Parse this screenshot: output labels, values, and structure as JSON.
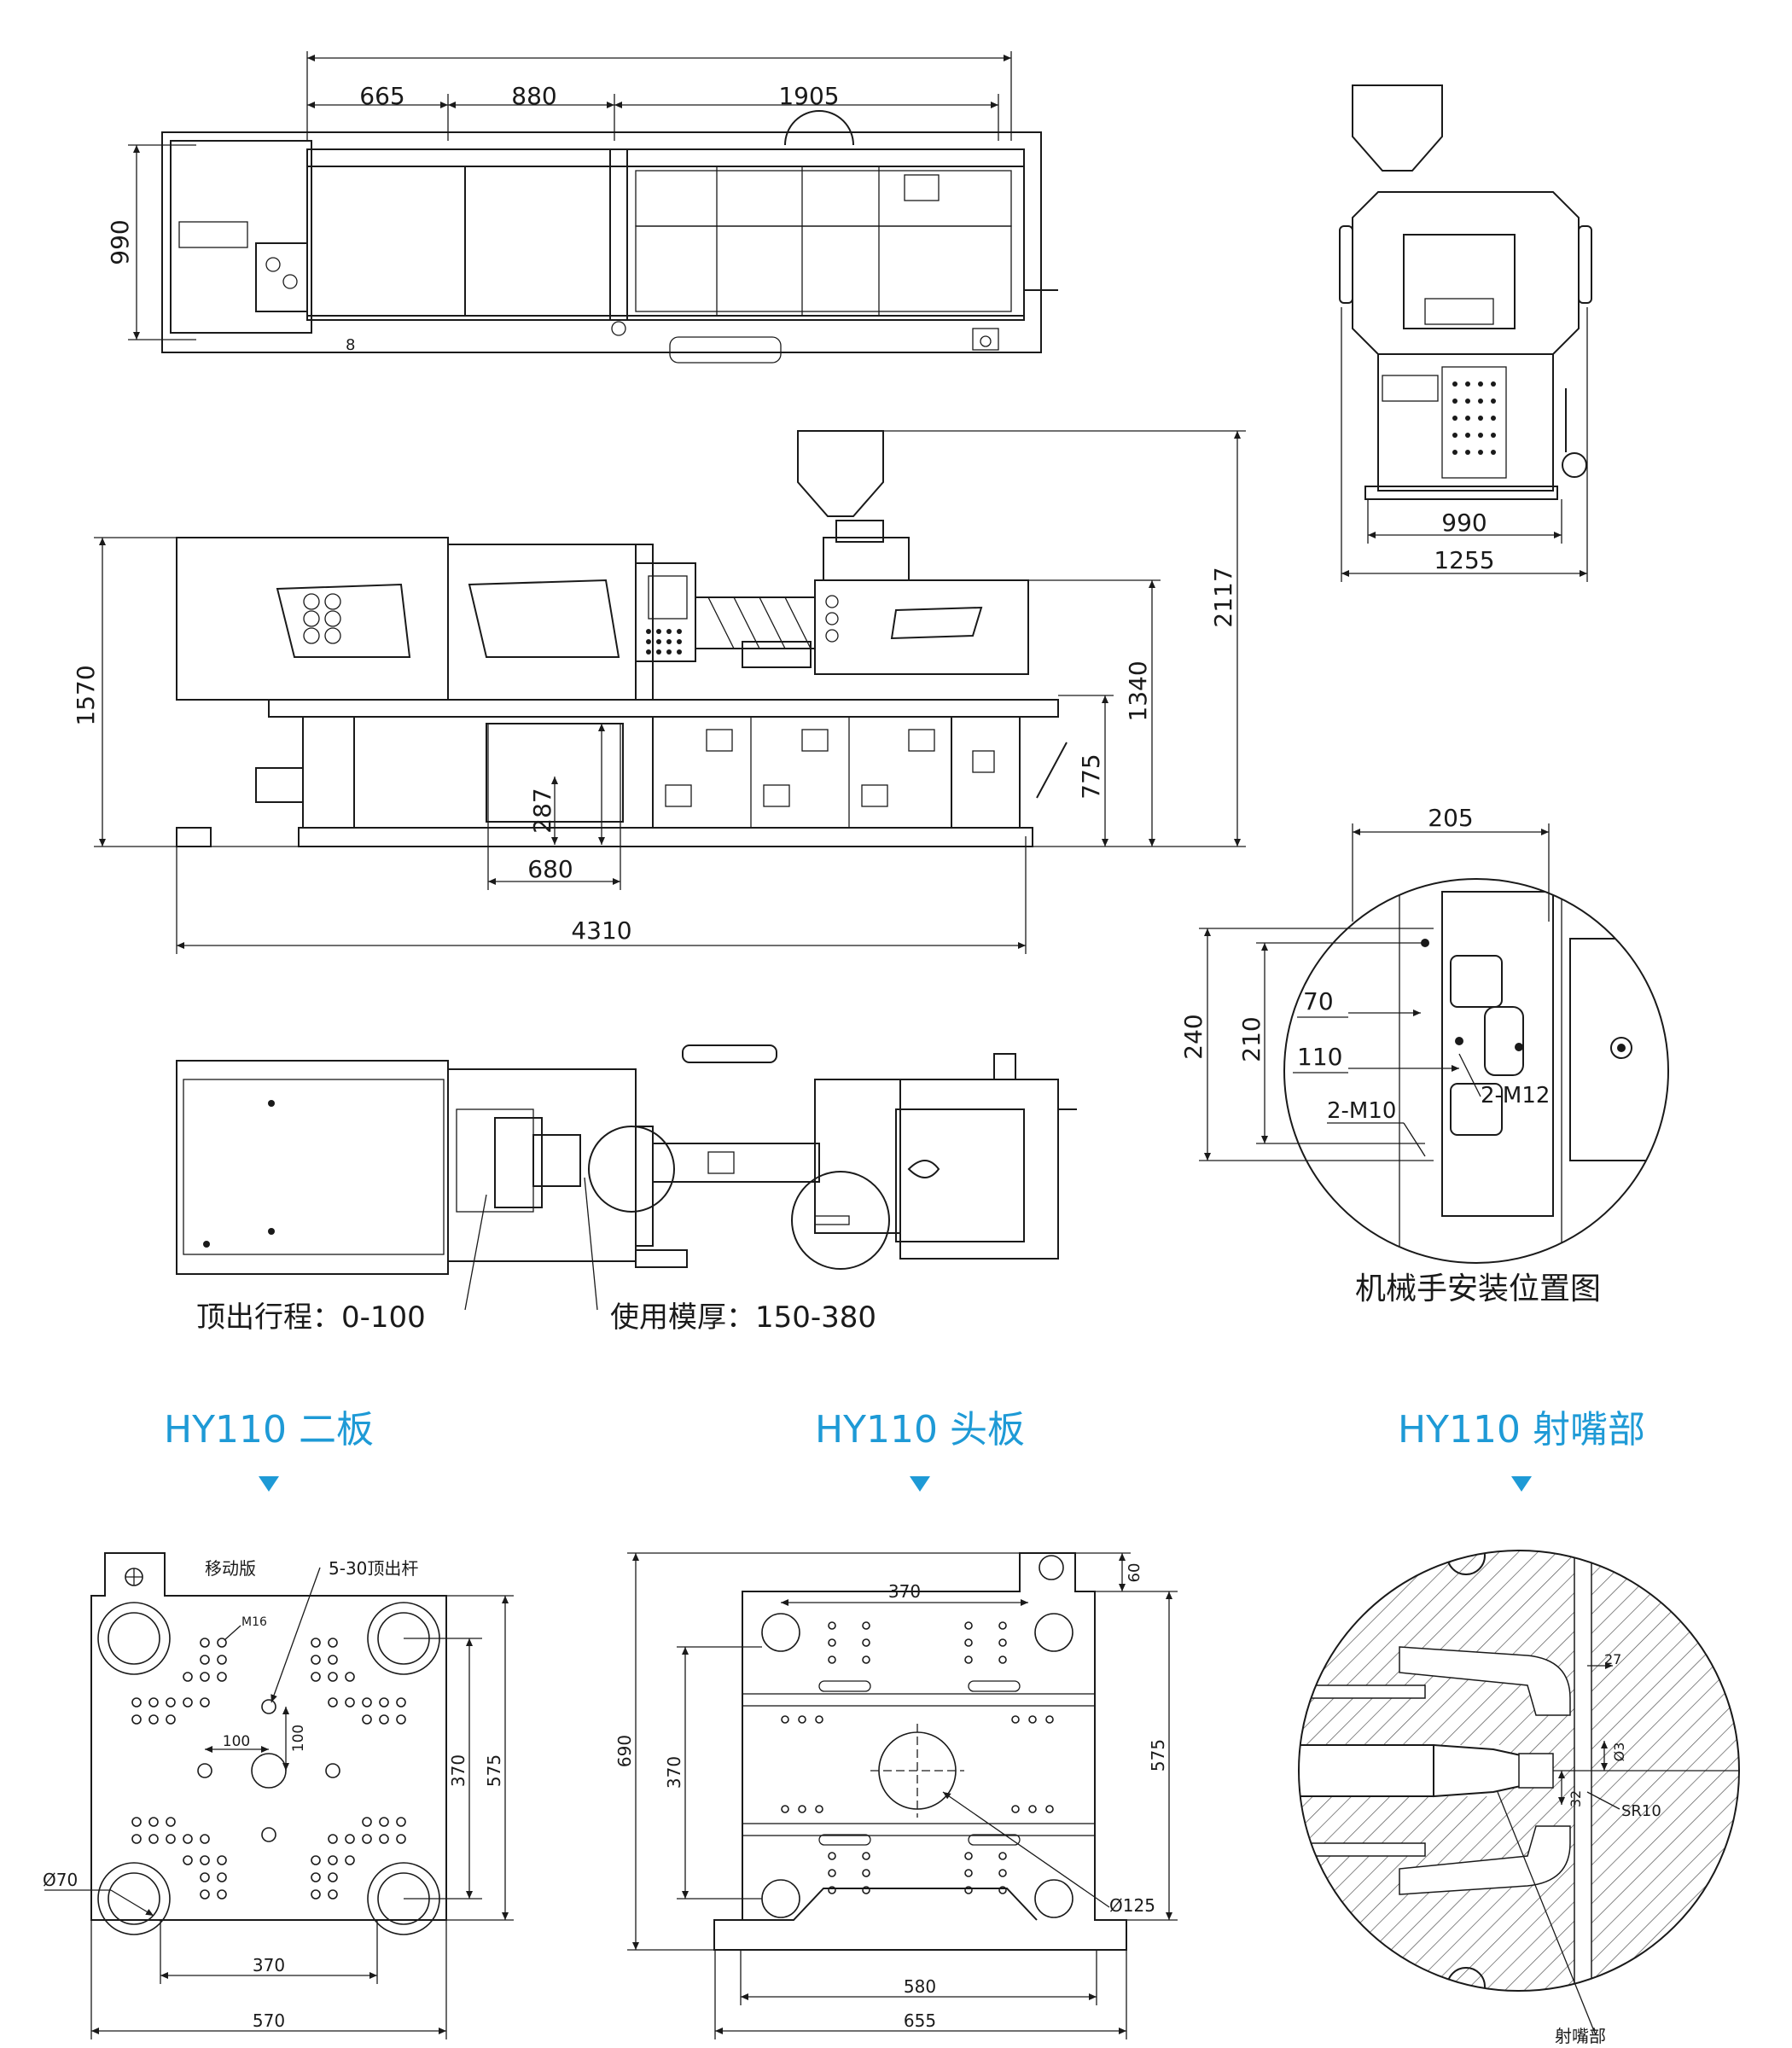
{
  "top_view": {
    "dims": {
      "overall_top": "",
      "a": "665",
      "b": "880",
      "c": "1905",
      "width": "990",
      "small": "8"
    }
  },
  "side_view": {
    "dims": {
      "height_total": "1570",
      "length": "4310",
      "base_gap": "287",
      "base_width": "680",
      "h_775": "775",
      "h_1340": "1340",
      "h_2117": "2117"
    }
  },
  "end_view": {
    "dims": {
      "inner": "990",
      "outer": "1255"
    }
  },
  "robot_detail": {
    "title": "机械手安装位置图",
    "dims": {
      "w205": "205",
      "h240": "240",
      "h210": "210",
      "d70": "70",
      "d110": "110",
      "m10": "2-M10",
      "m12": "2-M12"
    }
  },
  "bottom_view": {
    "label_ejector": "顶出行程：0-100",
    "label_mold": "使用模厚：150-380"
  },
  "sections": {
    "platen2_title": "HY110 二板",
    "platen1_title": "HY110 头板",
    "nozzle_title": "HY110 射嘴部"
  },
  "platen2": {
    "label_moving": "移动版",
    "label_ejector_rod": "5-30顶出杆",
    "m16": "M16",
    "phi70": "Ø70",
    "d100a": "100",
    "d100b": "100",
    "d370v": "370",
    "d575": "575",
    "d370h": "370",
    "d570": "570"
  },
  "platen1": {
    "d60": "60",
    "d370top": "370",
    "d690": "690",
    "d370v": "370",
    "d575": "575",
    "phi125": "Ø125",
    "d580": "580",
    "d655": "655"
  },
  "nozzle": {
    "d27": "27",
    "phi3": "Ø3",
    "d32": "32",
    "sr10": "SR10",
    "label": "射嘴部"
  },
  "colors": {
    "accent": "#1e9ad6",
    "line": "#1a1a1a"
  }
}
